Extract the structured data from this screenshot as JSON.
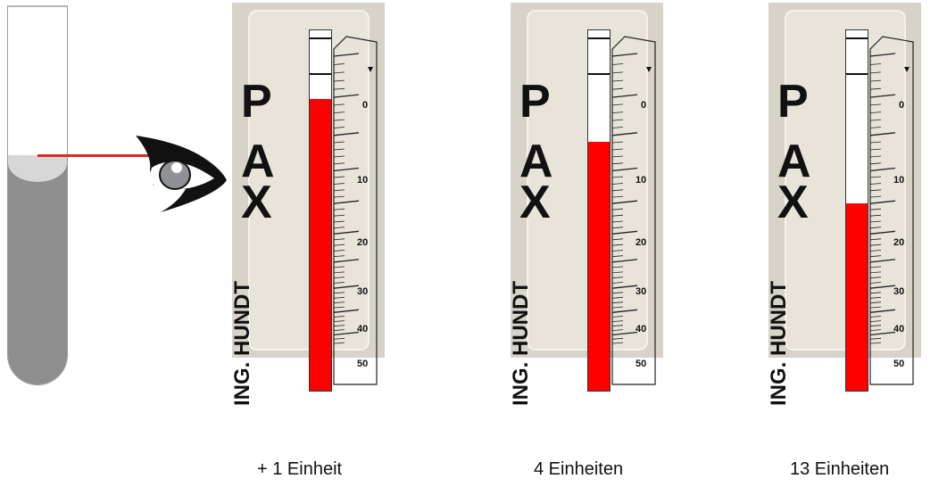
{
  "gauges": [
    {
      "maker": "ING. HUNDT",
      "caption": "+ 1 Einheit",
      "level": 0.81
    },
    {
      "maker": "ING. HUNDT",
      "caption": "4 Einheiten",
      "level": 0.69
    },
    {
      "maker": "ING. HUNDT",
      "caption": "13 Einheiten",
      "level": 0.52
    }
  ],
  "brand_letters": [
    "P",
    "A",
    "X"
  ],
  "scale_labels": [
    "0",
    "10",
    "20",
    "30",
    "40",
    "50"
  ],
  "colors": {
    "fill": "#ff0000",
    "sight_line": "#d52a2a",
    "liquid": "#8e8e8e"
  }
}
